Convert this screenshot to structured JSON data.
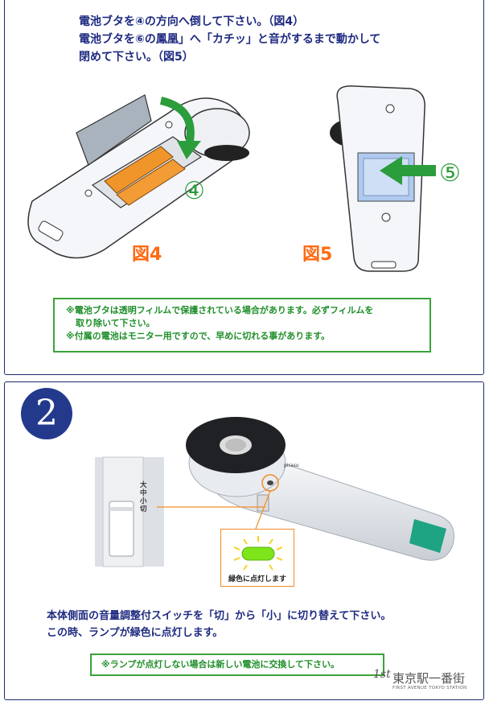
{
  "section1": {
    "instructions": [
      "電池ブタを④の方向へ倒して下さい。（図4）",
      "電池ブタを⑥の鳳凰」へ「カチッ」と音がするまで動かして",
      "閉めて下さい。（図5）"
    ],
    "fig4_label": "図4",
    "fig5_label": "図5",
    "fig4_marker": "④",
    "fig5_marker": "⑤",
    "notes": [
      "※電池ブタは透明フィルムで保護されている場合があります。必ずフィルムを",
      "取り除いて下さい。",
      "※付属の電池はモニター用ですので、早めに切れる事があります。"
    ]
  },
  "section2": {
    "step_number": "2",
    "switch_labels": [
      "大",
      "中",
      "小",
      "切"
    ],
    "lamp_caption": "緑色に点灯します",
    "instructions": [
      "本体側面の音量調整付スイッチを「切」から「小」に切り替えて下さい。",
      "この時、ランプが緑色に点灯します。"
    ],
    "note": "※ランプが点灯しない場合は新しい電池に交換して下さい。"
  },
  "logo": {
    "mark": "1st",
    "name": "東京駅一番街",
    "sub": "FIRST AVENUE TOKYO STATION"
  },
  "colors": {
    "navy": "#1e2a80",
    "orange": "#ff6a12",
    "green": "#1f8f2a",
    "step_circle": "#233a8c"
  }
}
